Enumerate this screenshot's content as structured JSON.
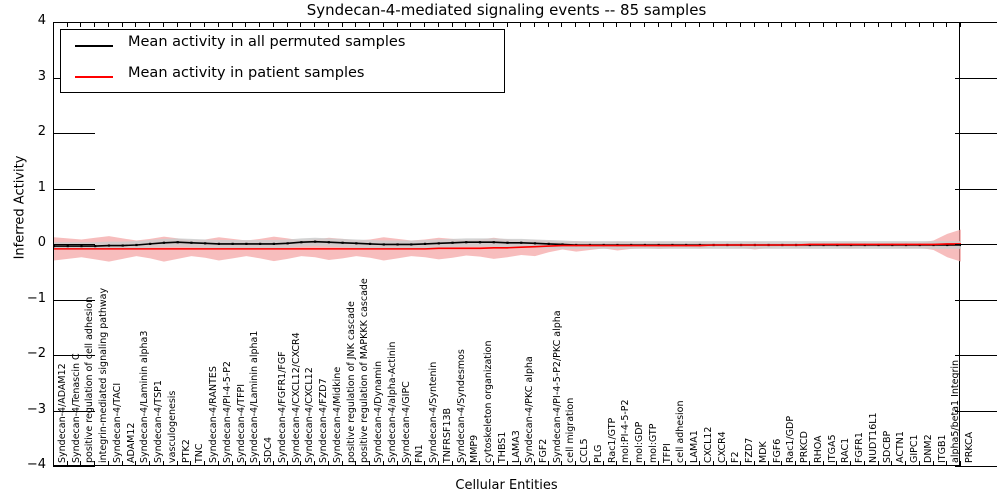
{
  "chart_data": {
    "type": "line",
    "title": "Syndecan-4-mediated signaling events -- 85 samples",
    "xlabel": "Cellular Entities",
    "ylabel": "Inferred Activity",
    "ylim": [
      -4,
      4
    ],
    "yticks": [
      "-4",
      "-3",
      "-2",
      "-1",
      "0",
      "1",
      "2",
      "3",
      "4"
    ],
    "grid": false,
    "legend_position": "upper left",
    "n_samples": 85,
    "categories": [
      "Syndecan-4/ADAM12",
      "Syndecan-4/Tenascin C",
      "positive regulation of cell adhesion",
      "integrin-mediated signaling pathway",
      "Syndecan-4/TACI",
      "ADAM12",
      "Syndecan-4/Laminin alpha3",
      "Syndecan-4/TSP1",
      "vasculogenesis",
      "PTK2",
      "TNC",
      "Syndecan-4/RANTES",
      "Syndecan-4/PI-4-5-P2",
      "Syndecan-4/TFPI",
      "Syndecan-4/Laminin alpha1",
      "SDC4",
      "Syndecan-4/FGFR1/FGF",
      "Syndecan-4/CXCL12/CXCR4",
      "Syndecan-4/CXCL12",
      "Syndecan-4/FZD7",
      "Syndecan-4/Midkine",
      "positive regulation of JNK cascade",
      "positive regulation of MAPKKK cascade",
      "Syndecan-4/Dynamin",
      "Syndecan-4/alpha-Actinin",
      "Syndecan-4/GIPC",
      "FN1",
      "Syndecan-4/Syntenin",
      "TNFRSF13B",
      "Syndecan-4/Syndesmos",
      "MMP9",
      "cytoskeleton organization",
      "THBS1",
      "LAMA3",
      "Syndecan-4/PKC alpha",
      "FGF2",
      "Syndecan-4/PI-4-5-P2/PKC alpha",
      "cell migration",
      "CCL5",
      "PLG",
      "Rac1/GTP",
      "mol:PI-4-5-P2",
      "mol:GDP",
      "mol:GTP",
      "TFPI",
      "cell adhesion",
      "LAMA1",
      "CXCL12",
      "CXCR4",
      "F2",
      "FZD7",
      "MDK",
      "FGF6",
      "Rac1/GDP",
      "PRKCD",
      "RHOA",
      "ITGA5",
      "RAC1",
      "FGFR1",
      "NUDT16L1",
      "SDCBP",
      "ACTN1",
      "GIPC1",
      "DNM2",
      "ITGB1",
      "alpha5/beta1 Integrin",
      "PRKCA"
    ],
    "series": [
      {
        "name": "Mean activity in all permuted samples",
        "color": "#000000",
        "band_color": "#cccccc",
        "values": [
          -0.02,
          -0.02,
          -0.02,
          -0.02,
          -0.01,
          -0.01,
          0.0,
          0.02,
          0.04,
          0.05,
          0.04,
          0.03,
          0.02,
          0.02,
          0.02,
          0.02,
          0.02,
          0.03,
          0.05,
          0.06,
          0.05,
          0.04,
          0.03,
          0.02,
          0.01,
          0.01,
          0.01,
          0.02,
          0.03,
          0.04,
          0.05,
          0.05,
          0.05,
          0.04,
          0.04,
          0.03,
          0.02,
          0.01,
          0.0,
          0.0,
          0.0,
          0.0,
          0.0,
          0.0,
          0.0,
          0.0,
          0.0,
          0.0,
          0.0,
          0.0,
          0.0,
          0.0,
          0.0,
          0.0,
          0.0,
          0.0,
          0.0,
          0.0,
          0.0,
          0.0,
          0.0,
          0.0,
          0.0,
          0.0,
          0.0,
          0.0,
          0.0
        ],
        "band_lower": [
          -0.09,
          -0.09,
          -0.09,
          -0.09,
          -0.08,
          -0.08,
          -0.07,
          -0.05,
          -0.04,
          -0.03,
          -0.04,
          -0.05,
          -0.06,
          -0.06,
          -0.06,
          -0.06,
          -0.06,
          -0.05,
          -0.03,
          -0.02,
          -0.03,
          -0.04,
          -0.05,
          -0.06,
          -0.07,
          -0.07,
          -0.07,
          -0.06,
          -0.05,
          -0.04,
          -0.03,
          -0.03,
          -0.03,
          -0.04,
          -0.04,
          -0.05,
          -0.06,
          -0.07,
          -0.07,
          -0.07,
          -0.07,
          -0.07,
          -0.07,
          -0.07,
          -0.07,
          -0.07,
          -0.07,
          -0.07,
          -0.07,
          -0.07,
          -0.07,
          -0.07,
          -0.07,
          -0.07,
          -0.07,
          -0.07,
          -0.07,
          -0.07,
          -0.07,
          -0.07,
          -0.07,
          -0.07,
          -0.07,
          -0.07,
          -0.07,
          -0.07,
          -0.07
        ],
        "band_upper": [
          0.05,
          0.05,
          0.05,
          0.05,
          0.06,
          0.06,
          0.07,
          0.09,
          0.11,
          0.12,
          0.11,
          0.1,
          0.09,
          0.09,
          0.09,
          0.09,
          0.09,
          0.1,
          0.12,
          0.13,
          0.12,
          0.11,
          0.1,
          0.09,
          0.08,
          0.08,
          0.08,
          0.09,
          0.1,
          0.11,
          0.12,
          0.12,
          0.12,
          0.11,
          0.11,
          0.1,
          0.09,
          0.08,
          0.07,
          0.07,
          0.07,
          0.07,
          0.07,
          0.07,
          0.07,
          0.07,
          0.07,
          0.07,
          0.07,
          0.07,
          0.07,
          0.07,
          0.07,
          0.07,
          0.07,
          0.07,
          0.07,
          0.07,
          0.07,
          0.07,
          0.07,
          0.07,
          0.07,
          0.07,
          0.07,
          0.07,
          0.07
        ]
      },
      {
        "name": "Mean activity in patient samples",
        "color": "#ff0000",
        "band_color": "#f4a3a3",
        "values": [
          -0.07,
          -0.07,
          -0.07,
          -0.07,
          -0.07,
          -0.07,
          -0.07,
          -0.07,
          -0.07,
          -0.07,
          -0.07,
          -0.07,
          -0.07,
          -0.07,
          -0.07,
          -0.07,
          -0.07,
          -0.07,
          -0.07,
          -0.07,
          -0.07,
          -0.07,
          -0.07,
          -0.07,
          -0.07,
          -0.07,
          -0.07,
          -0.07,
          -0.06,
          -0.06,
          -0.06,
          -0.06,
          -0.05,
          -0.05,
          -0.04,
          -0.03,
          -0.02,
          -0.01,
          -0.01,
          -0.01,
          -0.01,
          -0.01,
          -0.01,
          -0.01,
          -0.01,
          -0.01,
          -0.01,
          -0.01,
          0.0,
          0.0,
          0.0,
          0.0,
          0.0,
          0.0,
          0.0,
          0.01,
          0.01,
          0.01,
          0.01,
          0.01,
          0.01,
          0.01,
          0.01,
          0.01,
          0.01,
          0.02,
          0.02
        ],
        "band_lower": [
          -0.28,
          -0.25,
          -0.22,
          -0.26,
          -0.3,
          -0.25,
          -0.2,
          -0.24,
          -0.3,
          -0.25,
          -0.2,
          -0.23,
          -0.28,
          -0.24,
          -0.2,
          -0.24,
          -0.29,
          -0.25,
          -0.2,
          -0.22,
          -0.27,
          -0.24,
          -0.2,
          -0.23,
          -0.28,
          -0.24,
          -0.2,
          -0.22,
          -0.26,
          -0.23,
          -0.19,
          -0.21,
          -0.25,
          -0.22,
          -0.18,
          -0.2,
          -0.13,
          -0.08,
          -0.12,
          -0.09,
          -0.06,
          -0.1,
          -0.07,
          -0.05,
          -0.07,
          -0.05,
          -0.04,
          -0.06,
          -0.04,
          -0.03,
          -0.05,
          -0.08,
          -0.05,
          -0.03,
          -0.05,
          -0.04,
          -0.03,
          -0.04,
          -0.06,
          -0.04,
          -0.03,
          -0.04,
          -0.06,
          -0.05,
          -0.09,
          -0.22,
          -0.3
        ],
        "band_upper": [
          0.14,
          0.12,
          0.1,
          0.13,
          0.16,
          0.12,
          0.08,
          0.11,
          0.15,
          0.12,
          0.08,
          0.1,
          0.14,
          0.11,
          0.08,
          0.11,
          0.15,
          0.12,
          0.08,
          0.1,
          0.13,
          0.11,
          0.08,
          0.1,
          0.14,
          0.11,
          0.08,
          0.1,
          0.13,
          0.11,
          0.08,
          0.1,
          0.13,
          0.1,
          0.07,
          0.09,
          0.07,
          0.05,
          0.07,
          0.05,
          0.04,
          0.06,
          0.05,
          0.03,
          0.05,
          0.04,
          0.03,
          0.05,
          0.03,
          0.03,
          0.04,
          0.06,
          0.04,
          0.03,
          0.04,
          0.03,
          0.03,
          0.04,
          0.05,
          0.03,
          0.03,
          0.04,
          0.05,
          0.04,
          0.08,
          0.2,
          0.28
        ]
      }
    ]
  },
  "legend": {
    "entries": [
      {
        "label": "Mean activity in all permuted samples",
        "color": "#000000"
      },
      {
        "label": "Mean activity in patient samples",
        "color": "#ff0000"
      }
    ]
  }
}
